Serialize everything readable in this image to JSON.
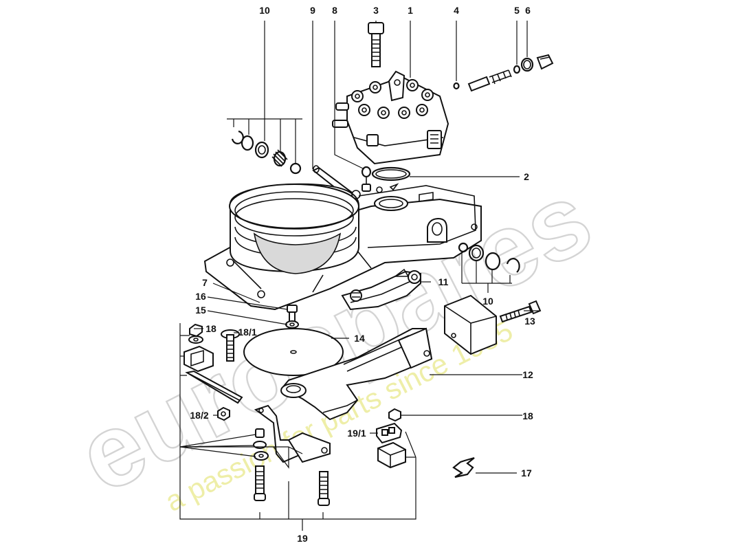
{
  "diagram": {
    "labels": {
      "p1": "1",
      "p2": "2",
      "p3": "3",
      "p4": "4",
      "p5": "5",
      "p6": "6",
      "p7": "7",
      "p8": "8",
      "p9": "9",
      "p10_top": "10",
      "p10_right": "10",
      "p11": "11",
      "p12": "12",
      "p13": "13",
      "p14": "14",
      "p15": "15",
      "p16": "16",
      "p17": "17",
      "p18_left": "18",
      "p18_right": "18",
      "p18_1": "18/1",
      "p18_2": "18/2",
      "p19": "19",
      "p19_1": "19/1"
    }
  },
  "watermark": {
    "brand": "eurospares",
    "tagline": "a passion for parts since 1985"
  },
  "colors": {
    "line": "#111111",
    "watermark_brand": "#d4d4d4",
    "watermark_tagline": "#ecec9a"
  }
}
